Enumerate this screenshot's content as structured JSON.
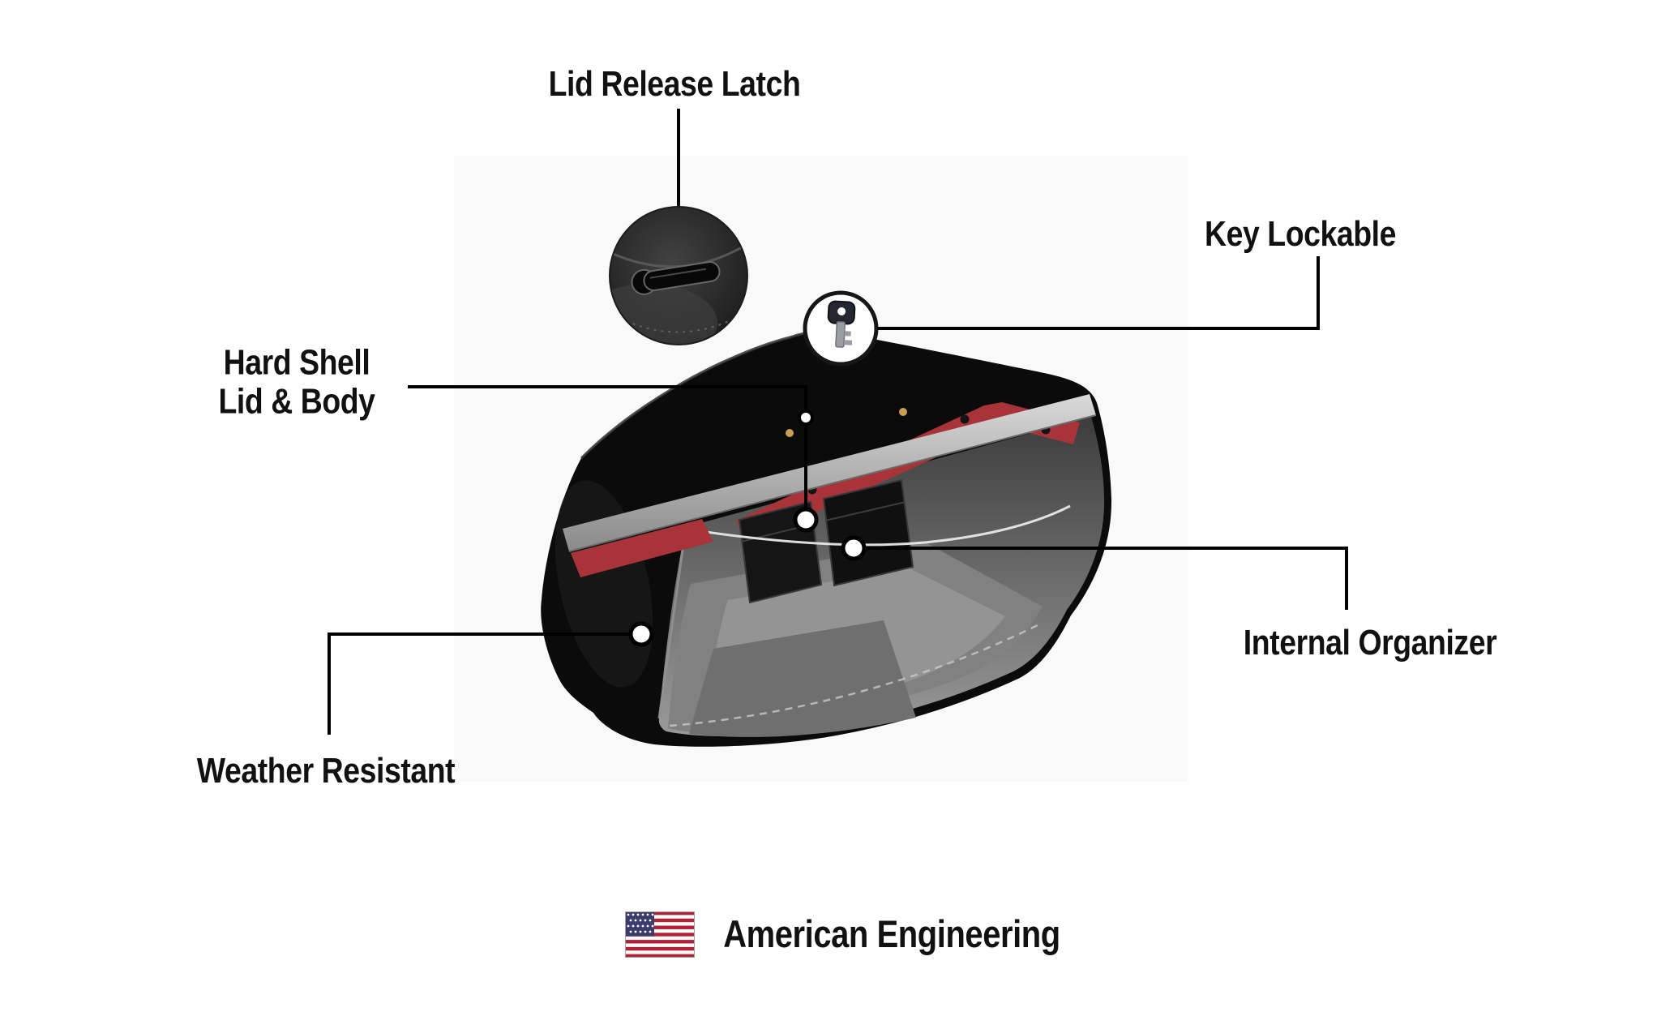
{
  "callouts": {
    "lid_release_latch": "Lid Release Latch",
    "key_lockable": "Key Lockable",
    "hard_shell_line1": "Hard Shell",
    "hard_shell_line2": "Lid & Body",
    "internal_organizer": "Internal Organizer",
    "weather_resistant": "Weather Resistant"
  },
  "footer": {
    "american_engineering": "American Engineering"
  },
  "icons": {
    "flag": "us-flag-icon",
    "key": "key-icon",
    "latch_zoom": "lid-latch-zoom-icon"
  },
  "colors": {
    "text": "#111111",
    "callout_line": "#000000",
    "bag_shell": "#0b0b0b",
    "chrome_trim": "#a9a9a9",
    "accent_red": "#a8343a",
    "interior_gray": "#8a8a8a",
    "flag_red": "#b22234",
    "flag_blue": "#3c3b6e"
  }
}
